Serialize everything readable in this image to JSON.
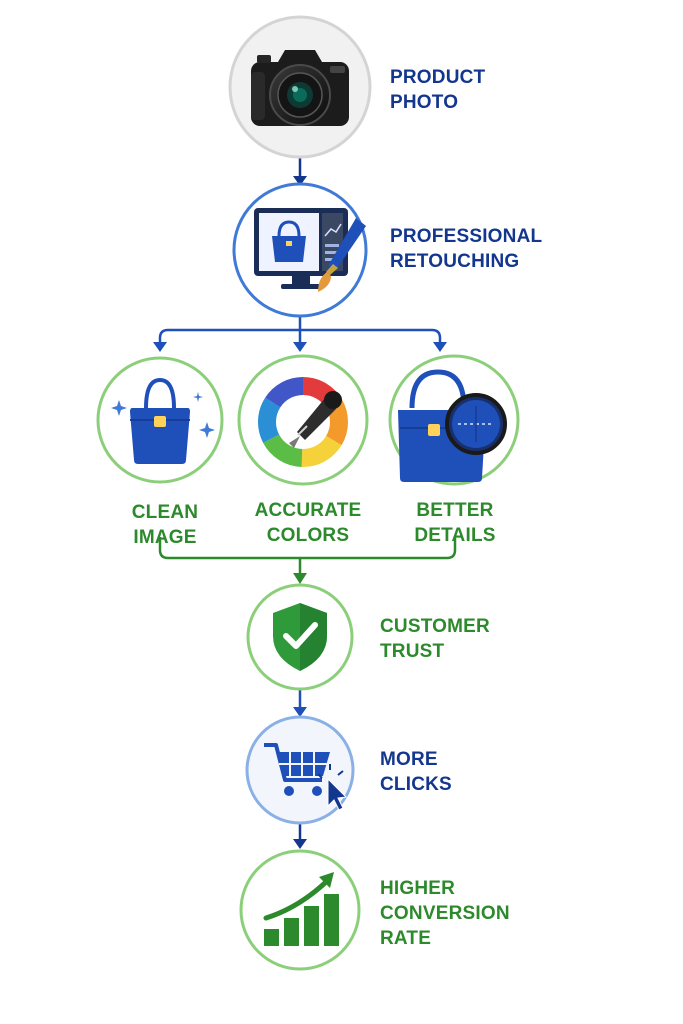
{
  "colors": {
    "navy": "#13368e",
    "blue": "#1f4fb8",
    "accent_blue": "#3f7ad6",
    "green": "#2c8a2c",
    "light_green": "#8ccf7a"
  },
  "steps": [
    {
      "id": "product-photo",
      "label": "PRODUCT\nPHOTO",
      "icon": "camera-icon"
    },
    {
      "id": "professional-retouching",
      "label": "PROFESSIONAL\nRETOUCHING",
      "icon": "monitor-brush-icon"
    },
    {
      "id": "clean-image",
      "label": "CLEAN IMAGE",
      "icon": "sparkling-bag-icon"
    },
    {
      "id": "accurate-colors",
      "label": "ACCURATE\nCOLORS",
      "icon": "color-wheel-dropper-icon"
    },
    {
      "id": "better-details",
      "label": "BETTER\nDETAILS",
      "icon": "magnified-bag-icon"
    },
    {
      "id": "customer-trust",
      "label": "CUSTOMER\nTRUST",
      "icon": "shield-check-icon"
    },
    {
      "id": "more-clicks",
      "label": "MORE\nCLICKS",
      "icon": "cart-cursor-icon"
    },
    {
      "id": "higher-conversion-rate",
      "label": "HIGHER\nCONVERSION\nRATE",
      "icon": "growth-chart-icon"
    }
  ]
}
